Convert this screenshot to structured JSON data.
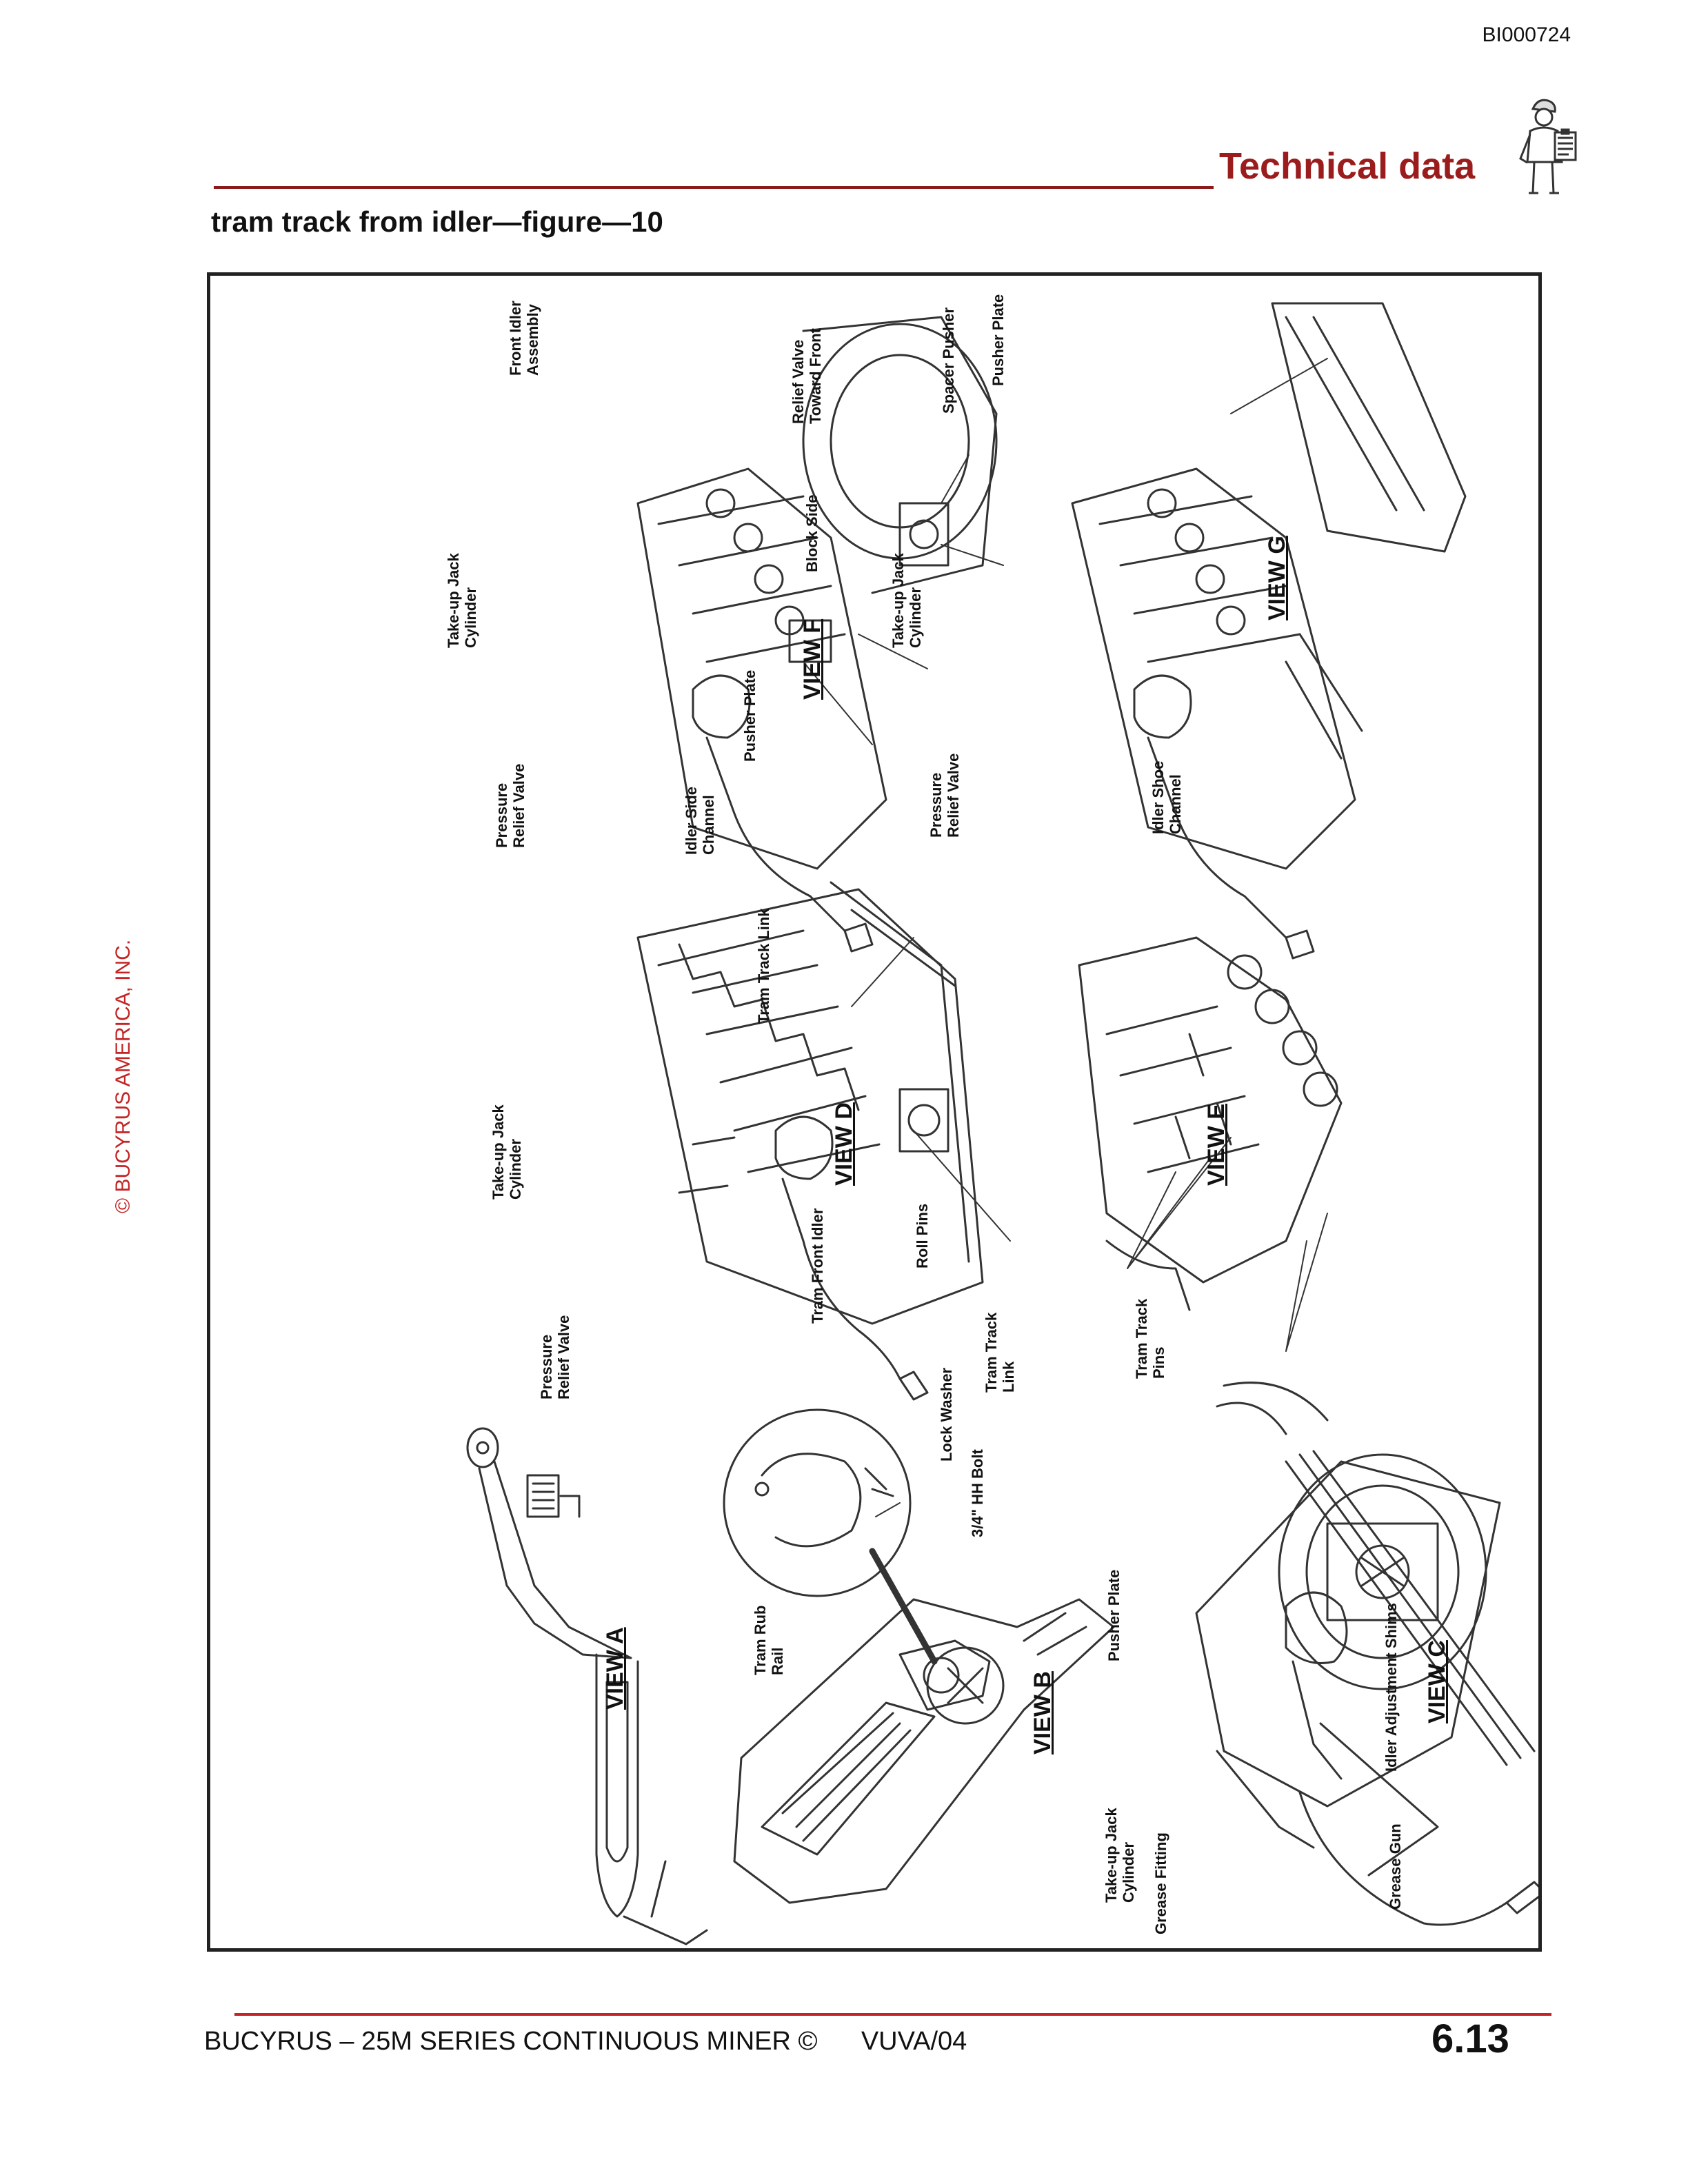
{
  "header": {
    "doc_id": "BI000724",
    "section_title": "Technical data",
    "icon": "technician-clipboard-icon"
  },
  "figure": {
    "title": "tram track from idler—figure—10",
    "views": {
      "view_a": {
        "label": "VIEW A"
      },
      "view_b": {
        "label": "VIEW B",
        "callouts": [
          "Tram Rub Rail",
          "Lock Washer",
          "3/4\" HH Bolt"
        ]
      },
      "view_c": {
        "label": "VIEW C",
        "callouts": [
          "Pusher Plate",
          "Take-up Jack Cylinder",
          "Grease Fitting",
          "Grease Gun",
          "Idler Adjustment Shims"
        ]
      },
      "view_d": {
        "label": "VIEW D",
        "callouts": [
          "Take-up Jack Cylinder",
          "Pressure Relief Valve",
          "Tram Front Idler",
          "Tram Track Link"
        ]
      },
      "view_e": {
        "label": "VIEW E",
        "callouts": [
          "Roll Pins",
          "Tram Track Link",
          "Tram Track Pins"
        ]
      },
      "view_f": {
        "label": "VIEW F",
        "callouts": [
          "Take-up Jack Cylinder",
          "Pressure Relief Valve",
          "Idler Side Channel",
          "Pusher Plate",
          "Block Side",
          "Relief Valve Toward Front",
          "Front Idler Assembly"
        ]
      },
      "view_g": {
        "label": "VIEW G",
        "callouts": [
          "Take-up Jack Cylinder",
          "Pressure Relief Valve",
          "Idler Shoe Channel",
          "Spacer Pusher",
          "Pusher Plate"
        ]
      }
    }
  },
  "side_text": {
    "copyright": "© BUCYRUS AMERICA, INC."
  },
  "footer": {
    "text": "BUCYRUS – 25M SERIES CONTINUOUS MINER ©      VUVA/04",
    "page": "6.13"
  }
}
